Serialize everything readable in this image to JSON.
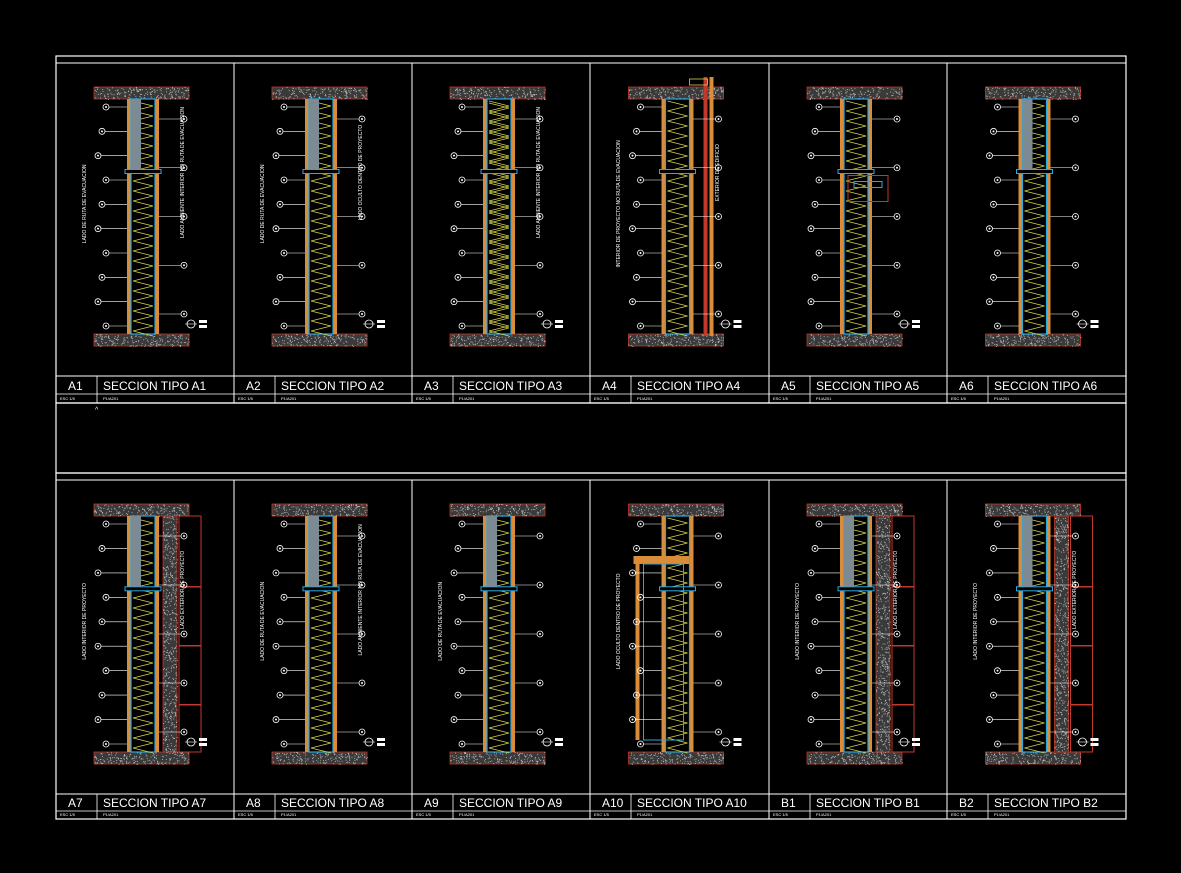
{
  "colors": {
    "background": "#000000",
    "frame": "#ffffff",
    "wall_orange": "#d98c3a",
    "insulation": "#d8d24a",
    "steel": "#2aa8e0",
    "slab_fill": "#8a8a8a",
    "slab_edge": "#c0392b",
    "callout": "#ffffff"
  },
  "rows": [
    {
      "panels": [
        {
          "code": "A1",
          "title": "SECCION TIPO A1",
          "scale_note": "ESC 1/5",
          "ref": "P1/A201",
          "left_note": "LADO DE RUTA DE EVACUACION",
          "right_note": "LADO AMBIENTE INTERIOR NO RUTA DE EVACUACION",
          "variant": "single"
        },
        {
          "code": "A2",
          "title": "SECCION TIPO A2",
          "scale_note": "ESC 1/5",
          "ref": "P1/A201",
          "left_note": "LADO DE RUTA DE EVACUACION",
          "right_note": "LADO OCULTO DENTRO DE PROYECTO",
          "variant": "single"
        },
        {
          "code": "A3",
          "title": "SECCION TIPO A3",
          "scale_note": "ESC 1/5",
          "ref": "P1/A201",
          "left_note": "",
          "right_note": "LADO AMBIENTE INTERIOR NO RUTA DE EVACUACION",
          "variant": "double"
        },
        {
          "code": "A4",
          "title": "SECCION TIPO A4",
          "scale_note": "ESC 1/5",
          "ref": "P1/A201",
          "left_note": "INTERIOR DE PROYECTO NO RUTA DE EVACUACION",
          "right_note": "EXTERIOR DE EDIFICIO",
          "variant": "facade"
        },
        {
          "code": "A5",
          "title": "SECCION TIPO A5",
          "scale_note": "ESC 1/5",
          "ref": "P1/A201",
          "left_note": "",
          "right_note": "",
          "variant": "opening"
        },
        {
          "code": "A6",
          "title": "SECCION TIPO A6",
          "scale_note": "ESC 1/5",
          "ref": "P1/A201",
          "left_note": "",
          "right_note": "",
          "variant": "single"
        }
      ]
    },
    {
      "panels": [
        {
          "code": "A7",
          "title": "SECCION TIPO A7",
          "scale_note": "ESC 1/5",
          "ref": "P1/A201",
          "left_note": "LADO INTERIOR DE PROYECTO",
          "right_note": "LADO EXTERIOR DE PROYECTO",
          "variant": "masonry"
        },
        {
          "code": "A8",
          "title": "SECCION TIPO A8",
          "scale_note": "ESC 1/5",
          "ref": "P1/A201",
          "left_note": "LADO DE RUTA DE EVACUACION",
          "right_note": "LADO AMBIENTE INTERIOR NO RUTA DE EVACUACION",
          "variant": "single"
        },
        {
          "code": "A9",
          "title": "SECCION TIPO A9",
          "scale_note": "ESC 1/5",
          "ref": "P1/A201",
          "left_note": "LADO DE RUTA DE EVACUACION",
          "right_note": "",
          "variant": "single"
        },
        {
          "code": "A10",
          "title": "SECCION TIPO A10",
          "scale_note": "ESC 1/5",
          "ref": "P1/A201",
          "left_note": "LADO OCULTO DENTRO DE PROYECTO",
          "right_note": "",
          "variant": "frame"
        },
        {
          "code": "B1",
          "title": "SECCION TIPO B1",
          "scale_note": "ESC 1/5",
          "ref": "P1/A201",
          "left_note": "LADO INTERIOR DE PROYECTO",
          "right_note": "LADO EXTERIOR DE PROYECTO",
          "variant": "masonry"
        },
        {
          "code": "B2",
          "title": "SECCION TIPO B2",
          "scale_note": "ESC 1/5",
          "ref": "P1/A201",
          "left_note": "LADO INTERIOR DE PROYECTO",
          "right_note": "LADO EXTERIOR DE PROYECTO",
          "variant": "masonry"
        }
      ]
    }
  ]
}
